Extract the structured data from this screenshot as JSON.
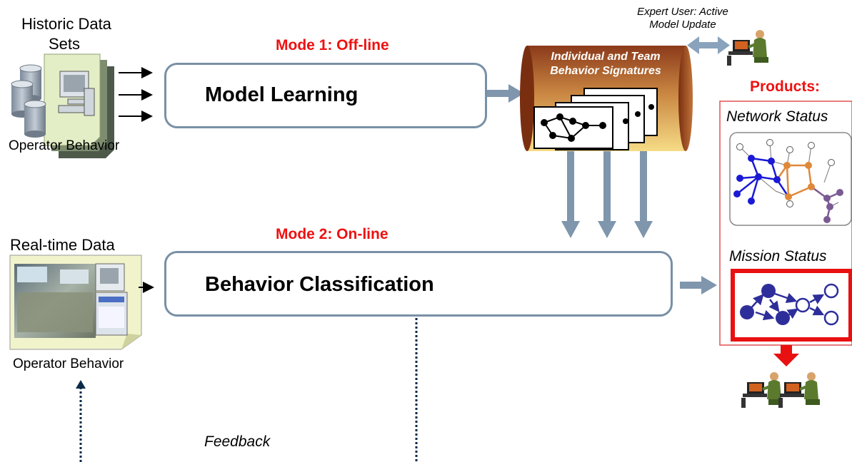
{
  "historic": {
    "title_line1": "Historic Data",
    "title_line2": "Sets",
    "caption": "Operator Behavior"
  },
  "realtime": {
    "title": "Real-time Data",
    "caption": "Operator Behavior"
  },
  "mode1": {
    "label": "Mode 1: Off-line",
    "box_title": "Model Learning"
  },
  "mode2": {
    "label": "Mode 2: On-line",
    "box_title": "Behavior Classification"
  },
  "signatures": {
    "line1": "Individual and Team",
    "line2": "Behavior Signatures"
  },
  "expert": {
    "line1": "Expert User: Active",
    "line2": "Model Update"
  },
  "products": {
    "title": "Products:",
    "network": "Network Status",
    "mission": "Mission Status"
  },
  "feedback": {
    "label": "Feedback"
  },
  "colors": {
    "mode_red": "#ee1111",
    "box_border": "#7890a6",
    "arrow_gray": "#7f96ad",
    "cylinder_top": "#8b3a1a",
    "cylinder_bottom": "#f2d27a",
    "network_blue": "#1a1ad6",
    "network_orange": "#e0883a",
    "network_purple": "#7b5a93",
    "mission_blue": "#2e2e9a"
  },
  "icons": [
    "database-icon",
    "computer-operator-icon",
    "control-room-photo",
    "operator-laptop-icon",
    "arrow-icon"
  ]
}
